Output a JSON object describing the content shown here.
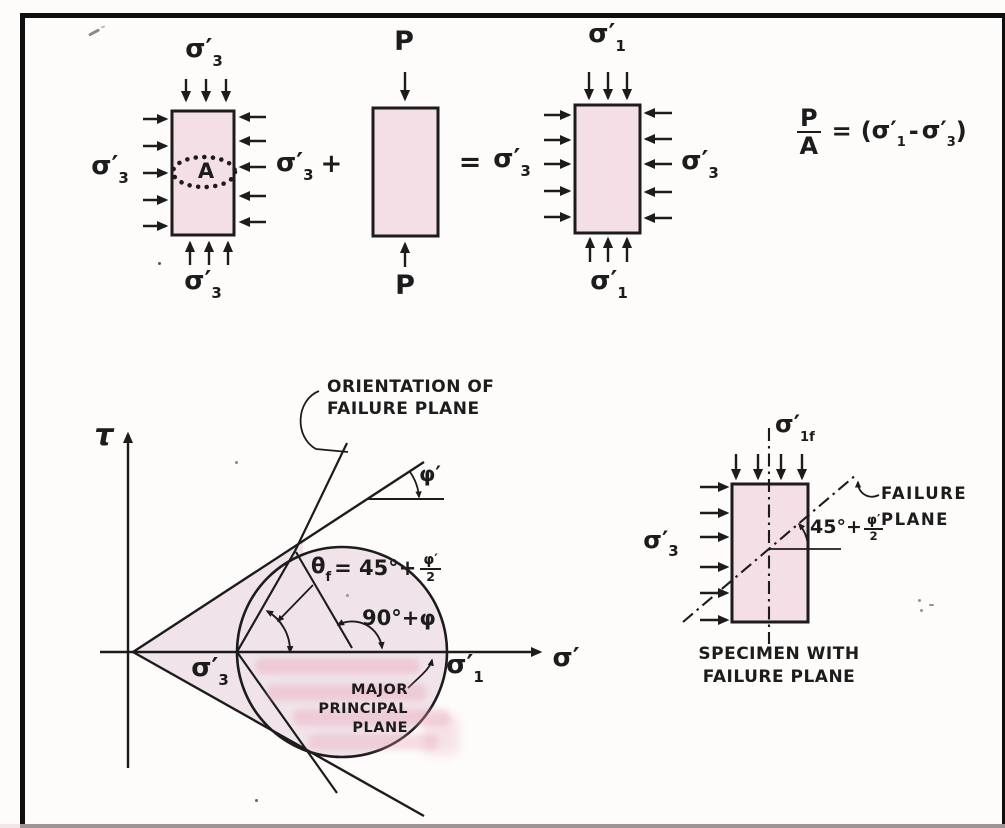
{
  "symbols": {
    "sigma_base": "σ′",
    "sigma3_sub": "3",
    "sigma1_sub": "1",
    "sigma1f_sub": "1f",
    "tau": "τ",
    "load": "P",
    "area": "A",
    "plus": "+",
    "equals": "="
  },
  "equation": {
    "num": "P",
    "den": "A",
    "equals": "=",
    "lparen": "(",
    "s1_base": "σ′",
    "s1_sub": "1",
    "minus": "-",
    "s3_base": "σ′",
    "s3_sub": "3",
    "rparen": ")"
  },
  "mohr_labels": {
    "orientation_line1": "ORIENTATION OF",
    "orientation_line2": "FAILURE PLANE",
    "phi": "φ′",
    "theta_base": "θ",
    "theta_sub": "f",
    "theta_rest": "= 45°+",
    "theta_frac_num": "φ′",
    "theta_frac_den": "2",
    "angle90": "90°+φ",
    "major_line1": "MAJOR",
    "major_line2": "PRINCIPAL",
    "major_line3": "PLANE"
  },
  "failed_specimen": {
    "angle_pre": "45°+",
    "angle_frac_num": "φ′",
    "angle_frac_den": "2",
    "failure_line1": "FAILURE",
    "failure_line2": "PLANE",
    "caption_line1": "SPECIMEN WITH",
    "caption_line2": "FAILURE PLANE"
  },
  "colors": {
    "ink": "#1c1c1c",
    "specimen_fill": "#f4dfe7",
    "mohr_fill": "#f1e3ea",
    "bleed_pink": "#e59aae"
  }
}
